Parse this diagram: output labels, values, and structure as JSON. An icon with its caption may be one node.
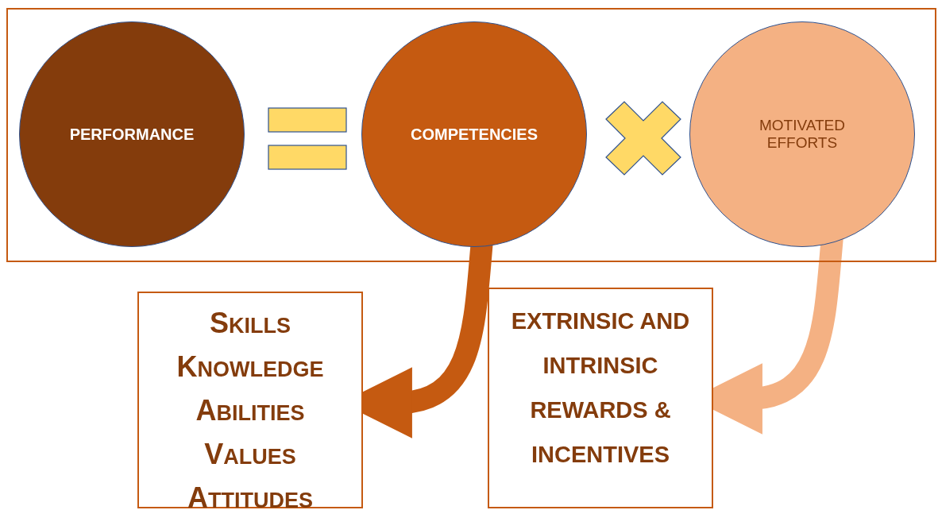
{
  "diagram": {
    "nodes": [
      {
        "text": [],
        "shape": "box"
      },
      {
        "text": [
          "PERFORMANCE"
        ],
        "in": 0
      },
      {
        "text": [
          "COMPETENCIES"
        ],
        "in": 0
      },
      {
        "text": [
          "MOTIVATED EFFORTS"
        ],
        "in": 0
      },
      {
        "text": [
          "SKILLS",
          "KNOWLEDGE",
          "ABILITIES",
          "VALUES",
          "ATTITUDES"
        ]
      },
      {
        "text": [
          "EXTRINSIC AND INTRINSIC REWARDS & INCENTIVES"
        ]
      }
    ],
    "edges": [
      {
        "from": 2,
        "to": 4,
        "arrow": "to",
        "color": "#c55a11"
      },
      {
        "from": 3,
        "to": 5,
        "arrow": "to",
        "color": "#f4b183"
      }
    ]
  }
}
